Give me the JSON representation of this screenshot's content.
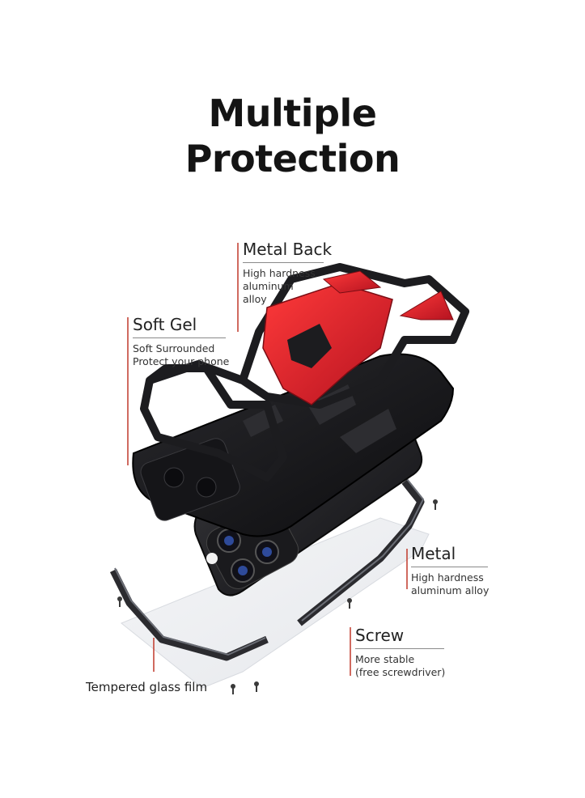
{
  "title": {
    "line1": "Multiple",
    "line2": "Protection"
  },
  "callouts": {
    "metal_back": {
      "heading": "Metal Back",
      "lines": [
        "High hardness",
        "aluminum",
        "alloy"
      ]
    },
    "soft_gel": {
      "heading": "Soft Gel",
      "lines": [
        "Soft Surrounded",
        "Protect your phone"
      ]
    },
    "metal": {
      "heading": "Metal",
      "lines": [
        "High hardness",
        "aluminum alloy"
      ]
    },
    "screw": {
      "heading": "Screw",
      "lines": [
        "More stable",
        "(free screwdriver)"
      ]
    },
    "tempered_glass": {
      "heading": "Tempered glass film"
    }
  },
  "colors": {
    "accent_red": "#d21f2b",
    "frame_black": "#1c1c1f",
    "callout_line": "#c0392b"
  }
}
